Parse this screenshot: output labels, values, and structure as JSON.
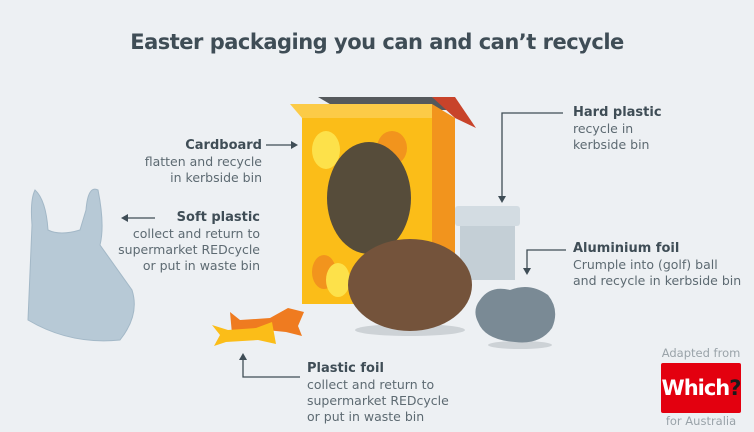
{
  "title": "Easter packaging you can and can’t recycle",
  "items": {
    "cardboard": {
      "name": "Cardboard",
      "lines": [
        "flatten and recycle",
        "in kerbside bin"
      ]
    },
    "soft_plastic": {
      "name": "Soft plastic",
      "lines": [
        "collect and return to",
        "supermarket REDcycle",
        "or put in waste bin"
      ]
    },
    "hard_plastic": {
      "name": "Hard plastic",
      "lines": [
        "recycle in",
        "kerbside bin"
      ]
    },
    "aluminium_foil": {
      "name": "Aluminium foil",
      "lines": [
        "Crumple into (golf) ball",
        "and recycle in kerbside bin"
      ]
    },
    "plastic_foil": {
      "name": "Plastic foil",
      "lines": [
        "collect and return to",
        "supermarket REDcycle",
        "or put in waste bin"
      ]
    }
  },
  "credit": {
    "prefix": "Adapted from",
    "logo": "Which",
    "logo_mark": "?",
    "suffix": "for Australia"
  },
  "colors": {
    "background": "#edf0f3",
    "box": "#fbbd18",
    "box_side": "#f2941d",
    "egg_dark": "#564c3a",
    "egg_brown": "#74533b",
    "foil": "#7a8a95",
    "brand": "#e3000f"
  }
}
